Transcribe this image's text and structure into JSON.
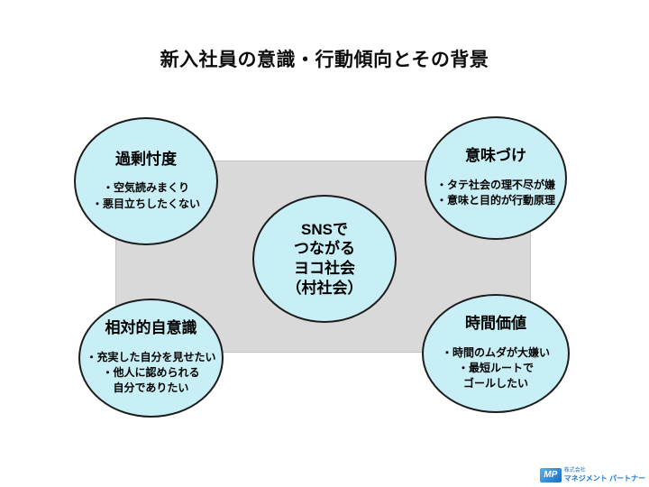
{
  "slide": {
    "title": "新入社員の意識・行動傾向とその背景"
  },
  "colors": {
    "bubble_fill": "#c8eff5",
    "bubble_border": "#1c1c1c",
    "backdrop_fill": "#d9d9d9",
    "logo_blue": "#1a75cf"
  },
  "center_bubble": {
    "lines": [
      "SNSで",
      "つながる",
      "ヨコ社会",
      "（村社会）"
    ]
  },
  "bubbles": [
    {
      "position": "top-left",
      "title": "過剰忖度",
      "bullets": [
        "・空気読みまくり",
        "・悪目立ちしたくない"
      ]
    },
    {
      "position": "top-right",
      "title": "意味づけ",
      "bullets": [
        "・タテ社会の理不尽が嫌",
        "・意味と目的が行動原理"
      ]
    },
    {
      "position": "bottom-left",
      "title": "相対的自意識",
      "bullets": [
        "・充実した自分を見せたい",
        "・他人に認められる",
        "自分でありたい"
      ]
    },
    {
      "position": "bottom-right",
      "title": "時間価値",
      "bullets": [
        "・時間のムダが大嫌い",
        "・最短ルートで",
        "ゴールしたい"
      ]
    }
  ],
  "logo": {
    "mark": "MP",
    "company_prefix": "株式会社",
    "company_name": "マネジメント パートナー"
  }
}
